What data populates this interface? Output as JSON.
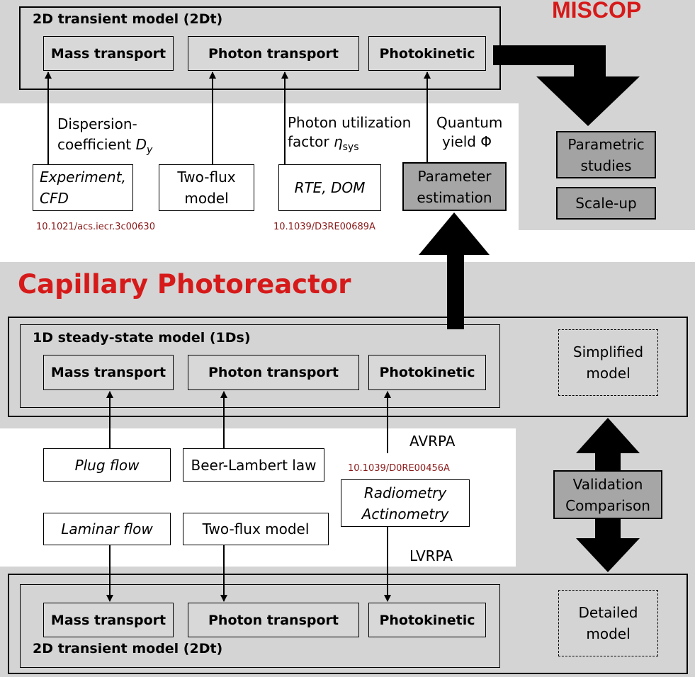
{
  "top_section": {
    "title": "MISCOP",
    "model_title": "2D transient model (2Dt)",
    "mass": "Mass transport",
    "photon": "Photon transport",
    "kinetic": "Photokinetic",
    "label_dispersion_1": "Dispersion-",
    "label_dispersion_2": "coefficient",
    "label_dispersion_sym": "D",
    "label_dispersion_sub": "y",
    "label_photon_1": "Photon utilization",
    "label_photon_2": "factor",
    "label_photon_sym": "η",
    "label_photon_sub": "sys",
    "label_quantum_1": "Quantum",
    "label_quantum_2": "yield Φ",
    "input_experiment": "Experiment,\nCFD",
    "input_twoflux": "Two-flux\nmodel",
    "input_rte": "RTE, DOM",
    "param_estimation": "Parameter\nestimation",
    "doi_left": "10.1021/acs.iecr.3c00630",
    "doi_right": "10.1039/D3RE00689A",
    "parametric": "Parametric\nstudies",
    "scaleup": "Scale-up"
  },
  "middle_section": {
    "title": "Capillary Photoreactor",
    "model_title": "1D steady-state model (1Ds)",
    "mass": "Mass transport",
    "photon": "Photon transport",
    "kinetic": "Photokinetic",
    "simplified": "Simplified\nmodel",
    "plug": "Plug flow",
    "beer": "Beer-Lambert law",
    "avrpa": "AVRPA",
    "doi": "10.1039/D0RE00456A",
    "radiometry": "Radiometry\nActinometry",
    "laminar": "Laminar flow",
    "twoflux": "Two-flux model",
    "lvrpa": "LVRPA",
    "validation": "Validation\nComparison"
  },
  "bottom_section": {
    "model_title": "2D transient model (2Dt)",
    "mass": "Mass transport",
    "photon": "Photon transport",
    "kinetic": "Photokinetic",
    "detailed": "Detailed\nmodel"
  }
}
